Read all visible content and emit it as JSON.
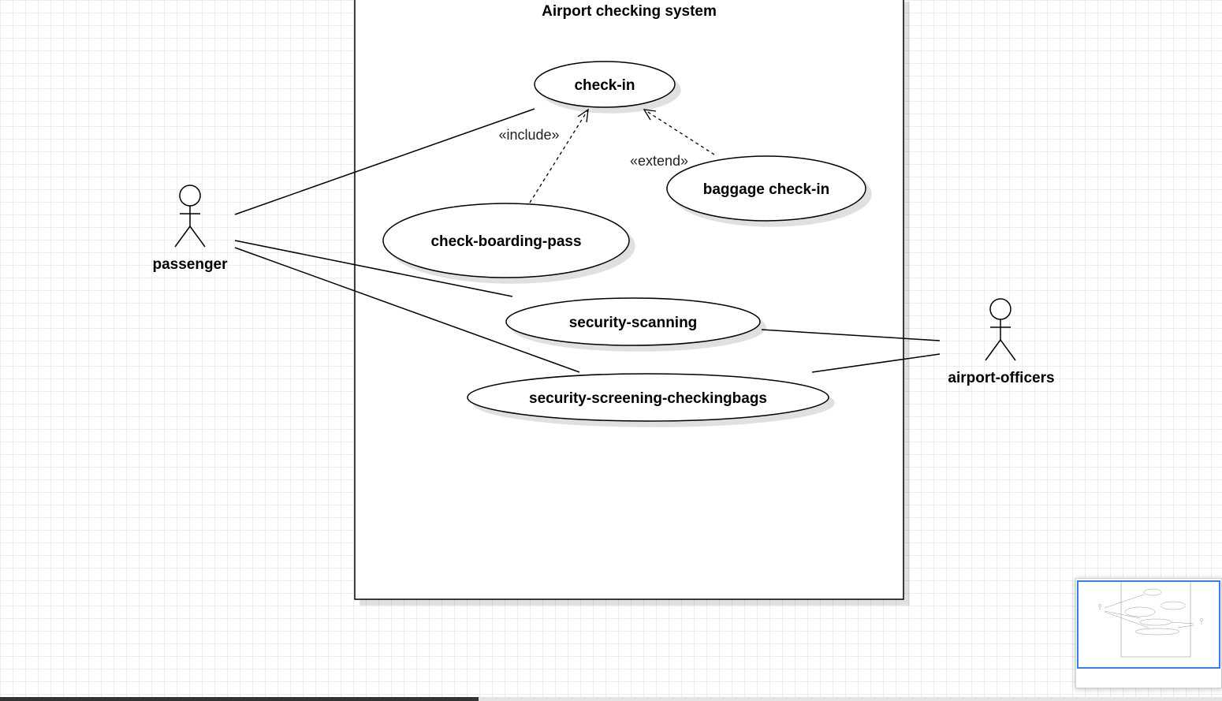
{
  "diagram": {
    "system_title": "Airport checking system",
    "actors": {
      "passenger": "passenger",
      "officers": "airport-officers"
    },
    "use_cases": {
      "check_in": "check-in",
      "baggage": "baggage check-in",
      "boarding": "check-boarding-pass",
      "scanning": "security-scanning",
      "screening": "security-screening-checkingbags"
    },
    "relations": {
      "include": "«include»",
      "extend": "«extend»"
    }
  },
  "colors": {
    "canvas_background": "#ffffff",
    "grid_line": "#ececec",
    "stroke": "#000000",
    "minimap_viewport": "#3a7fe0"
  }
}
